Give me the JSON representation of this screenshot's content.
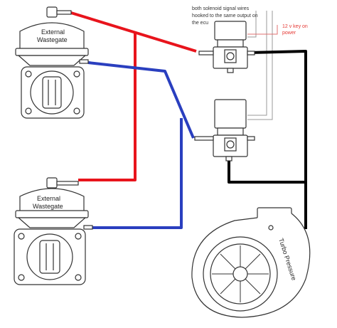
{
  "labels": {
    "wastegate_top_line1": "External",
    "wastegate_top_line2": "Wastegate",
    "wastegate_bottom_line1": "External",
    "wastegate_bottom_line2": "Wastegate",
    "solenoid_note_line1": "both solenoid signal wires",
    "solenoid_note_line2": "hooked to the same output on",
    "solenoid_note_line3": "the ecu",
    "power_note_line1": "12 v key on",
    "power_note_line2": "power",
    "turbo_label": "Turbo Pressure"
  },
  "colors": {
    "red_line": "#e8141c",
    "blue_line": "#2a3fbf",
    "black_line": "#000000",
    "drawing": "#333333",
    "note_red": "#e53935",
    "signal_wire": "#888888",
    "power_wire": "#e07070"
  }
}
